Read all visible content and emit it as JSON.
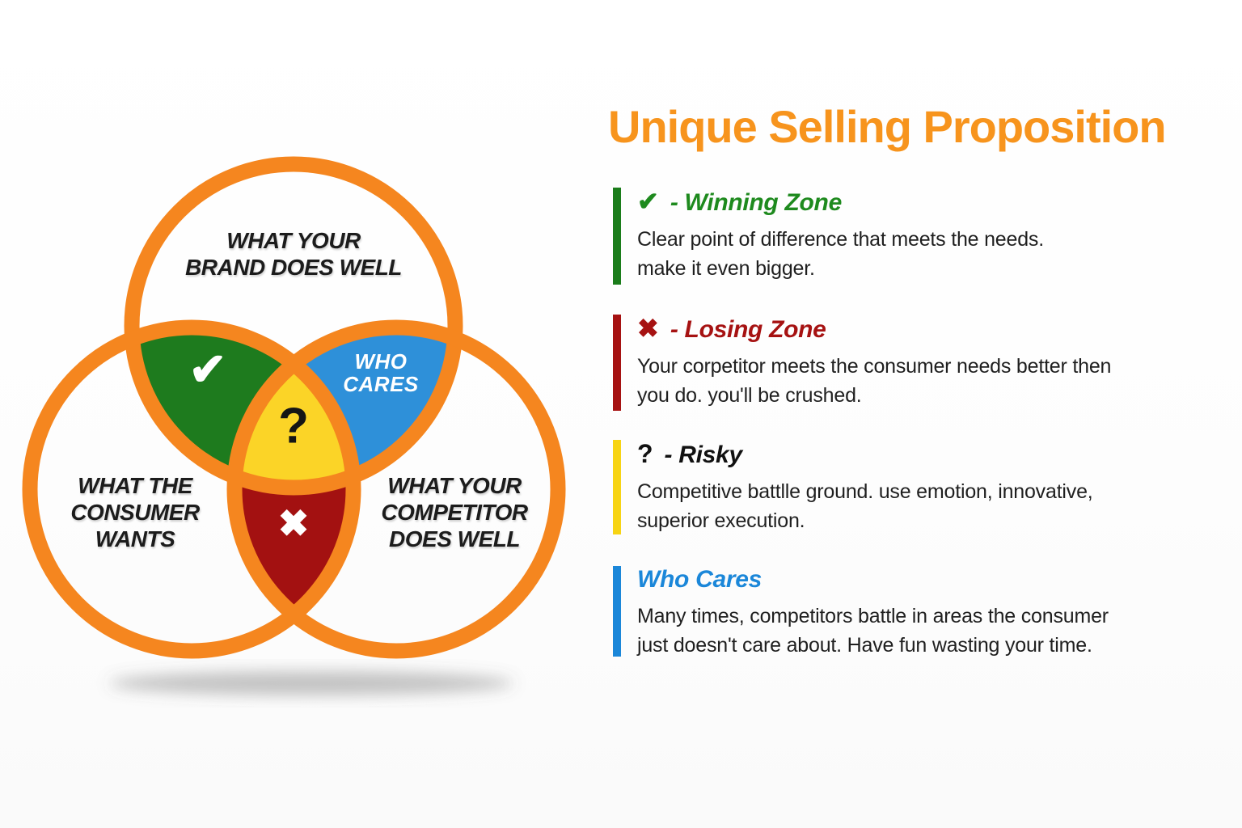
{
  "title": {
    "text": "Unique Selling Proposition",
    "color": "#F7941D"
  },
  "venn": {
    "outline_color": "#F5861F",
    "shadow_color": "rgba(90,90,90,0.35)",
    "circles": {
      "top": {
        "line1": "WHAT YOUR",
        "line2": "BRAND DOES WELL"
      },
      "left": {
        "line1": "WHAT THE",
        "line2": "CONSUMER",
        "line3": "WANTS"
      },
      "right": {
        "line1": "WHAT YOUR",
        "line2": "COMPETITOR",
        "line3": "DOES WELL"
      }
    },
    "regions": {
      "winning": {
        "icon": "✔",
        "color": "#1E7B1E"
      },
      "who_cares": {
        "line1": "WHO",
        "line2": "CARES",
        "color": "#2E90D9"
      },
      "risky": {
        "icon": "?",
        "color": "#FBD427"
      },
      "losing": {
        "icon": "✖",
        "color": "#A31111"
      }
    }
  },
  "legend": {
    "sections": [
      {
        "marker": "✔",
        "marker_color": "#1E8A1E",
        "title": "- Winning Zone",
        "title_color": "#1E8A1E",
        "bar_color": "#1B7D1B",
        "body_line1": "Clear point of difference that meets the needs.",
        "body_line2": "make it even bigger."
      },
      {
        "marker": "✖",
        "marker_color": "#A61212",
        "title": "- Losing Zone",
        "title_color": "#A61212",
        "bar_color": "#A61212",
        "body_line1": "Your corpetitor meets the consumer needs better then",
        "body_line2": "you do. you'll be crushed."
      },
      {
        "marker": "?",
        "marker_color": "#111111",
        "title": "- Risky",
        "title_color": "#111111",
        "bar_color": "#F7D414",
        "body_line1": "Competitive battlle ground. use emotion, innovative,",
        "body_line2": "superior execution."
      },
      {
        "marker": "",
        "marker_color": "#1B87D9",
        "title": "Who Cares",
        "title_color": "#1B87D9",
        "bar_color": "#1B87D9",
        "body_line1": "Many times, competitors battle in areas the consumer",
        "body_line2": "just doesn't care about. Have fun wasting your time."
      }
    ]
  }
}
